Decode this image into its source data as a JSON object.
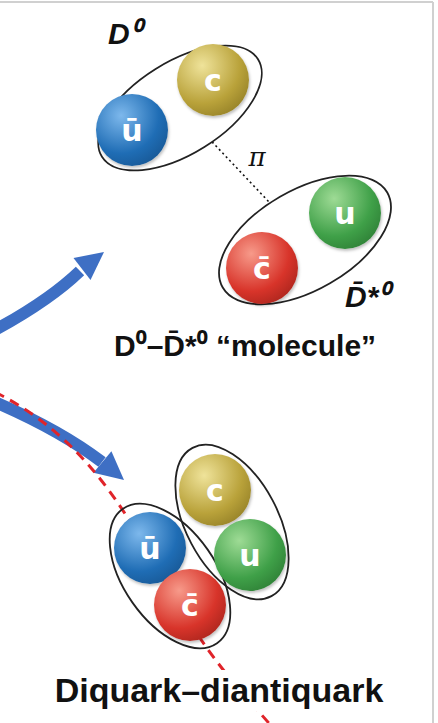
{
  "diagram": {
    "nodes": [
      {
        "text": [
          "D⁰"
        ]
      },
      {
        "text": [
          "ū"
        ],
        "in": 0
      },
      {
        "text": [
          "c"
        ],
        "in": 0
      },
      {
        "text": [
          "D̄*⁰"
        ]
      },
      {
        "text": [
          "c̄"
        ],
        "in": 3
      },
      {
        "text": [
          "u"
        ],
        "in": 3
      },
      {
        "text": [
          "c"
        ]
      },
      {
        "text": [
          "ū"
        ]
      },
      {
        "text": [
          "u"
        ]
      },
      {
        "text": [
          "c̄"
        ]
      }
    ],
    "edges": [
      {
        "from": 0,
        "to": 3,
        "arrow": "none",
        "label": "π"
      }
    ],
    "labels": [
      "D⁰–D̄*⁰ “molecule”",
      "Diquark–diantiquark"
    ]
  }
}
